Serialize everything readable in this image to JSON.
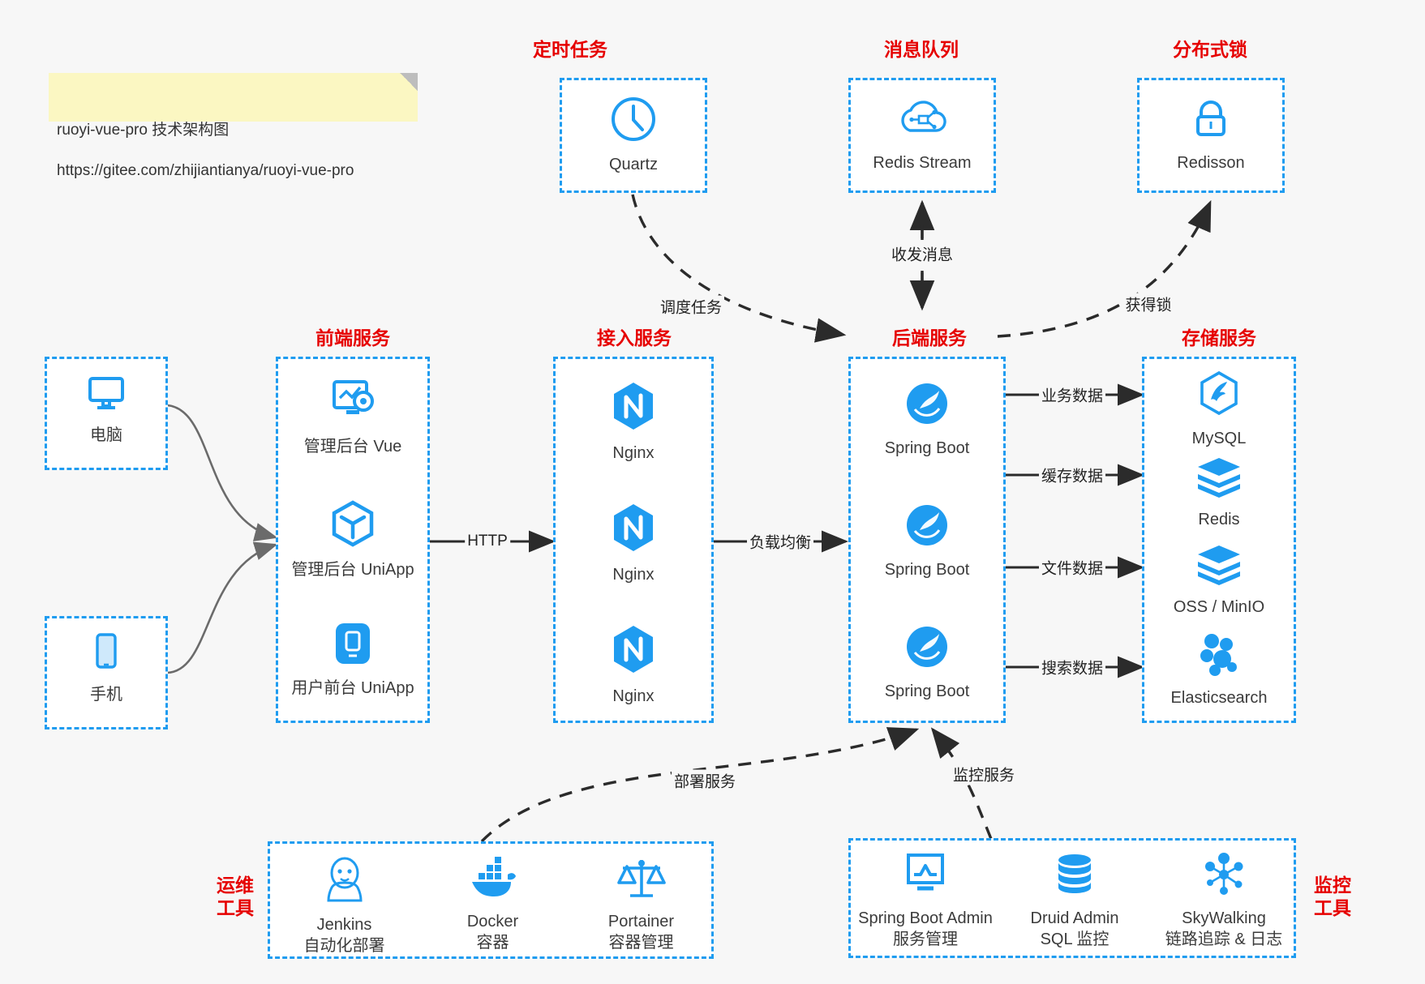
{
  "note": {
    "line1": "ruoyi-vue-pro 技术架构图",
    "line2": "https://gitee.com/zhijiantianya/ruoyi-vue-pro"
  },
  "groups": {
    "scheduler": {
      "title": "定时任务",
      "nodes": [
        {
          "label": "Quartz",
          "icon": "clock-icon"
        }
      ]
    },
    "mq": {
      "title": "消息队列",
      "nodes": [
        {
          "label": "Redis Stream",
          "icon": "cloud-stream-icon"
        }
      ]
    },
    "lock": {
      "title": "分布式锁",
      "nodes": [
        {
          "label": "Redisson",
          "icon": "padlock-icon"
        }
      ]
    },
    "devices": {
      "nodes": [
        {
          "label": "电脑",
          "icon": "desktop-icon"
        },
        {
          "label": "手机",
          "icon": "mobile-icon"
        }
      ]
    },
    "frontend": {
      "title": "前端服务",
      "nodes": [
        {
          "label": "管理后台 Vue",
          "icon": "dashboard-gear-icon"
        },
        {
          "label": "管理后台 UniApp",
          "icon": "cube-icon"
        },
        {
          "label": "用户前台 UniApp",
          "icon": "phone-app-icon"
        }
      ]
    },
    "gateway": {
      "title": "接入服务",
      "nodes": [
        {
          "label": "Nginx",
          "icon": "nginx-icon"
        },
        {
          "label": "Nginx",
          "icon": "nginx-icon"
        },
        {
          "label": "Nginx",
          "icon": "nginx-icon"
        }
      ]
    },
    "backend": {
      "title": "后端服务",
      "nodes": [
        {
          "label": "Spring Boot",
          "icon": "spring-boot-icon"
        },
        {
          "label": "Spring Boot",
          "icon": "spring-boot-icon"
        },
        {
          "label": "Spring Boot",
          "icon": "spring-boot-icon"
        }
      ]
    },
    "storage": {
      "title": "存储服务",
      "nodes": [
        {
          "label": "MySQL",
          "icon": "mysql-icon"
        },
        {
          "label": "Redis",
          "icon": "redis-icon"
        },
        {
          "label": "OSS / MinIO",
          "icon": "redis-icon"
        },
        {
          "label": "Elasticsearch",
          "icon": "elasticsearch-icon"
        }
      ]
    },
    "devops": {
      "title": "运维\n工具",
      "nodes": [
        {
          "label": "Jenkins",
          "sub": "自动化部署",
          "icon": "jenkins-icon"
        },
        {
          "label": "Docker",
          "sub": "容器",
          "icon": "docker-icon"
        },
        {
          "label": "Portainer",
          "sub": "容器管理",
          "icon": "scales-icon"
        }
      ]
    },
    "monitor": {
      "title": "监控\n工具",
      "nodes": [
        {
          "label": "Spring Boot Admin",
          "sub": "服务管理",
          "icon": "monitor-chart-icon"
        },
        {
          "label": "Druid Admin",
          "sub": "SQL 监控",
          "icon": "database-icon"
        },
        {
          "label": "SkyWalking",
          "sub": "链路追踪 & 日志",
          "icon": "skywalking-icon"
        }
      ]
    }
  },
  "edges": {
    "schedule_task": "调度任务",
    "send_receive_message": "收发消息",
    "acquire_lock": "获得锁",
    "http": "HTTP",
    "load_balance": "负载均衡",
    "business_data": "业务数据",
    "cache_data": "缓存数据",
    "file_data": "文件数据",
    "search_data": "搜索数据",
    "deploy_service": "部署服务",
    "monitor_service": "监控服务"
  },
  "colors": {
    "accent_blue": "#1f9cf0",
    "title_red": "#e60000",
    "note_yellow": "#fbf7c2",
    "bg": "#f7f7f7",
    "text": "#3b3b3b"
  }
}
